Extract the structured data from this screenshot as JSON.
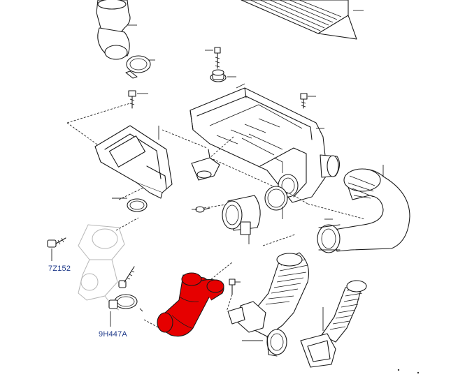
{
  "diagram": {
    "part_labels": [
      {
        "id": "7Z152",
        "text": "7Z152"
      },
      {
        "id": "9H447A",
        "text": "9H447A"
      }
    ],
    "highlight_color": "#e60000",
    "line_color": "#1a1a1a",
    "faint_line_color": "#b7b7b7",
    "label_color": "#1f3a8a"
  }
}
